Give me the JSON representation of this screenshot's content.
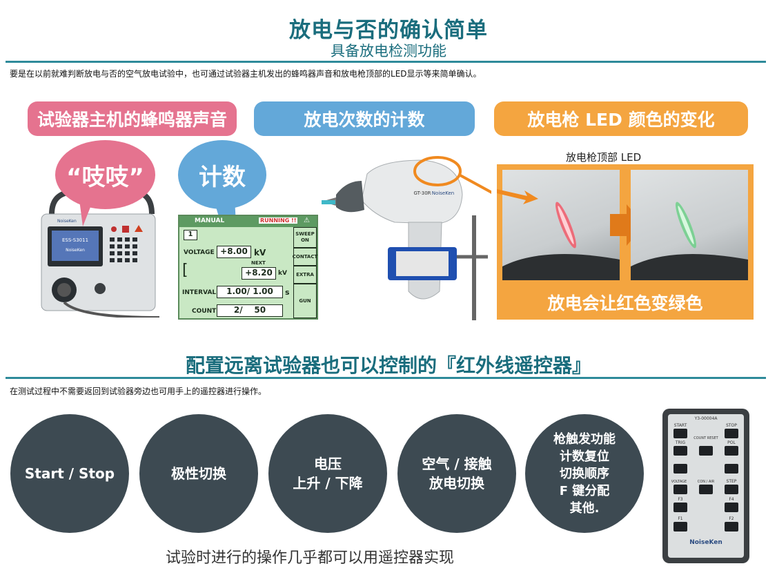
{
  "header": {
    "title": "放电与否的确认简单",
    "subtitle": "具备放电检测功能",
    "description": "要是在以前就难判断放电与否的空气放电试验中，也可通过试验器主机发出的蜂鸣器声音和放电枪顶部的LED显示等来简单确认。"
  },
  "features": {
    "buzzer_label": "试验器主机的蜂鸣器声音",
    "count_label": "放电次数的计数",
    "led_label": "放电枪 LED 颜色的变化",
    "buzzer_bubble": "“吱吱”",
    "count_bubble": "计数",
    "led_caption": "放电枪顶部 LED",
    "led_result": "放电会让红色变绿色"
  },
  "device": {
    "brand": "NoiseKen",
    "model": "ESS-S3011",
    "screen_brand": "NoiseKen"
  },
  "lcd": {
    "mode": "MANUAL",
    "status": "RUNNING !!",
    "channel": "1",
    "voltage_label": "VOLTAGE",
    "voltage_value": "+8.00",
    "voltage_unit": "kV",
    "next_label": "NEXT",
    "next_value": "+8.20",
    "next_unit": "kV",
    "interval_label": "INTERVAL",
    "interval_value": "1.00/ 1.00",
    "interval_unit": "s",
    "count_label": "COUNT",
    "count_value": "2/    50",
    "side_buttons": [
      "SWEEP ON",
      "CONTACT",
      "EXTRA",
      "GUN"
    ]
  },
  "gun": {
    "brand": "NoiseKen",
    "model": "GT-30R"
  },
  "remote_section": {
    "title": "配置远离试验器也可以控制的『红外线遥控器』",
    "description": "在测试过程中不需要返回到试验器旁边也可用手上的遥控器进行操作。",
    "functions": [
      "Start / Stop",
      "极性切换",
      "电压\n上升 / 下降",
      "空气 / 接触\n放电切换",
      "枪触发功能\n计数复位\n切换顺序\nF 键分配\n其他."
    ],
    "caption": "试验时进行的操作几乎都可以用遥控器实现"
  },
  "remote": {
    "model": "Y3-00004A",
    "buttons": [
      "START",
      "STOP",
      "TRIG",
      "COUNT RESET",
      "POL",
      "VOLTAGE",
      "CON / AIR",
      "STEP",
      "F3",
      "F4",
      "F1",
      "F2"
    ],
    "brand": "NoiseKen"
  }
}
